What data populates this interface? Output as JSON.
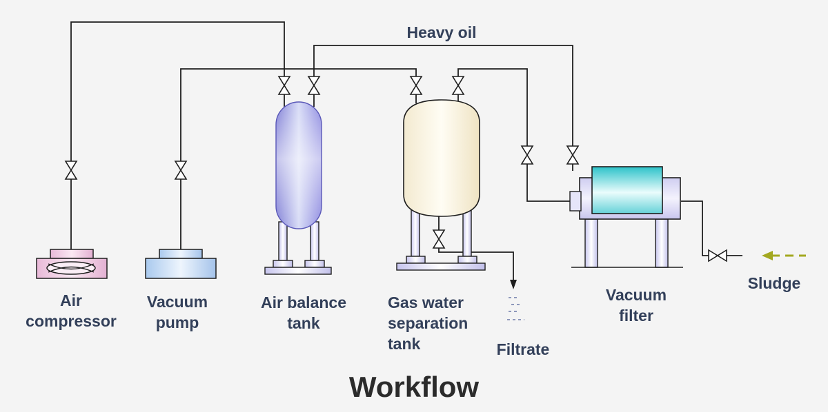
{
  "title": "Workflow",
  "labels": {
    "heavy_oil": "Heavy oil",
    "air_compressor": [
      "Air",
      "compressor"
    ],
    "vacuum_pump": [
      "Vacuum",
      "pump"
    ],
    "air_balance_tank": [
      "Air balance",
      "tank"
    ],
    "gas_water_tank": [
      "Gas water",
      "separation",
      "tank"
    ],
    "filtrate": "Filtrate",
    "vacuum_filter": [
      "Vacuum",
      "filter"
    ],
    "sludge": "Sludge"
  },
  "colors": {
    "pipe": "#1e1e1e",
    "label": "#33405a",
    "sludge_arrow": "#a3a820"
  }
}
